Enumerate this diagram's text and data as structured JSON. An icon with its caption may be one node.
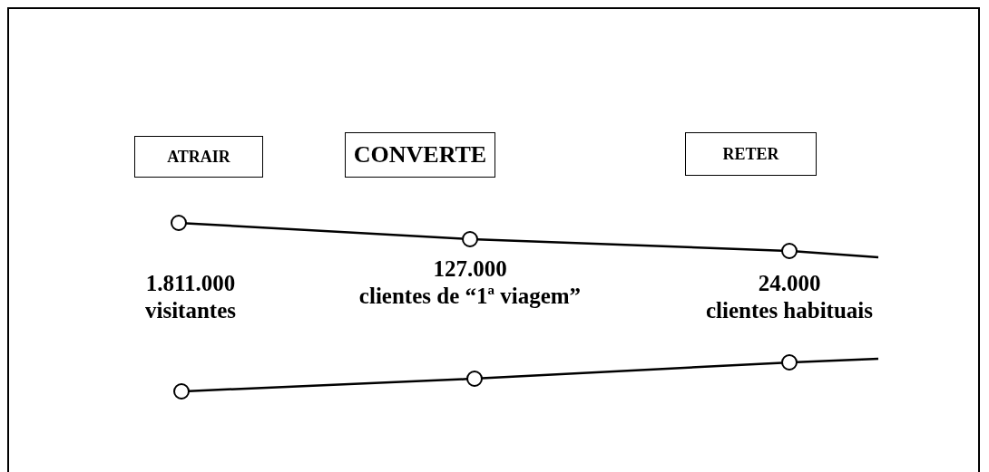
{
  "diagram": {
    "nodes": [
      {
        "text": [
          "ATRAIR"
        ]
      },
      {
        "text": [
          "CONVERTE"
        ]
      },
      {
        "text": [
          "RETER"
        ]
      },
      {
        "text": [],
        "shape": "circle"
      },
      {
        "text": [],
        "shape": "circle"
      },
      {
        "text": [],
        "shape": "circle"
      },
      {
        "text": [],
        "shape": "circle"
      },
      {
        "text": [],
        "shape": "circle"
      },
      {
        "text": [],
        "shape": "circle"
      }
    ],
    "edges": [
      {
        "from": 3,
        "to": 4,
        "arrow": "none"
      },
      {
        "from": 4,
        "to": 5,
        "arrow": "none"
      },
      {
        "from": 5,
        "to": null,
        "arrow": "none"
      },
      {
        "from": 6,
        "to": 7,
        "arrow": "none"
      },
      {
        "from": 7,
        "to": 8,
        "arrow": "none"
      },
      {
        "from": 8,
        "to": null,
        "arrow": "none"
      }
    ],
    "labels": [
      "1.811.000 visitantes",
      "127.000 clientes de “1ª viagem”",
      "24.000 clientes habituais"
    ]
  }
}
